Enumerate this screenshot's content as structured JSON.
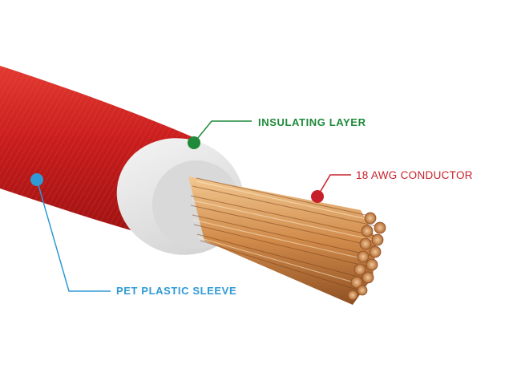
{
  "labels": {
    "insulating_layer": "INSULATING LAYER",
    "conductor": "18 AWG CONDUCTOR",
    "sleeve": "PET PLASTIC SLEEVE"
  },
  "colors": {
    "insulating_layer": "#1e8a3a",
    "conductor": "#c8202a",
    "sleeve": "#2f9ad6",
    "sleeve_body": "#c81d1d",
    "insulation": "#e8e8e8",
    "copper": "#d08a4a"
  }
}
